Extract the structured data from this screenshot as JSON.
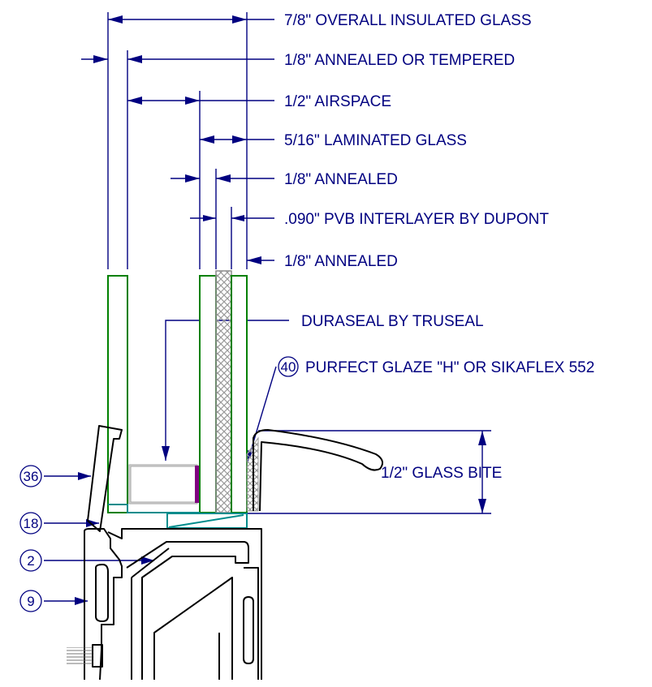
{
  "dimension_labels": {
    "overall": "7/8\"  OVERALL INSULATED GLASS",
    "outer_lite": "1/8\"  ANNEALED OR TEMPERED",
    "airspace": "1/2\"  AIRSPACE",
    "laminated": "5/16\"  LAMINATED GLASS",
    "annealed_1": "1/8\"  ANNEALED",
    "interlayer": ".090\"  PVB INTERLAYER BY DUPONT",
    "annealed_2": "1/8\"  ANNEALED"
  },
  "callouts": {
    "spacer": "DURASEAL BY TRUSEAL",
    "sealant_number": "40",
    "sealant": "PURFECT GLAZE \"H\" OR SIKAFLEX 552",
    "glass_bite": "1/2\"  GLASS BITE"
  },
  "part_numbers": {
    "stop": "36",
    "setting_block": "18",
    "reinforcement": "2",
    "frame": "9"
  },
  "colors": {
    "dimension": "#000080",
    "glass": "#008000",
    "interlayer": "#8c8c8c",
    "setting_block": "#008c8c",
    "spacer_end": "#800080",
    "frame": "#000000"
  }
}
